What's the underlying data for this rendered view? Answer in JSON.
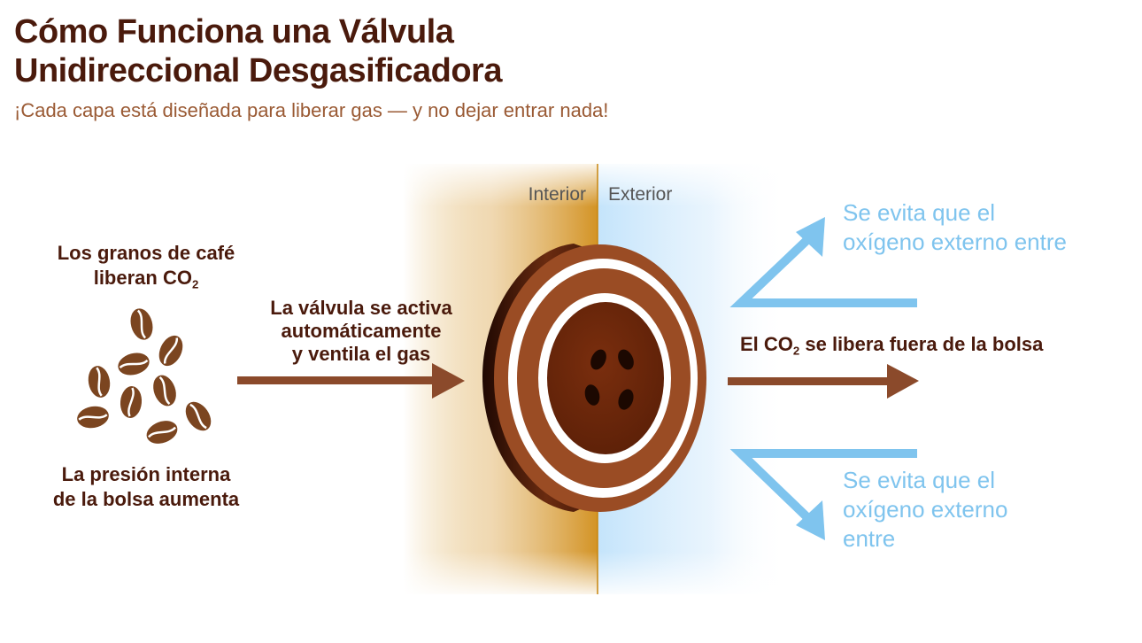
{
  "title_line1": "Cómo Funciona una Válvula",
  "title_line2": "Unidireccional Desgasificadora",
  "subtitle": "¡Cada capa está diseñada para liberar gas — y no dejar entrar nada!",
  "zones": {
    "interior": "Interior",
    "exterior": "Exterior"
  },
  "left": {
    "beans_line1": "Los granos de café",
    "beans_line2": "liberan CO",
    "beans_sub": "2",
    "pressure_line1": "La presión interna",
    "pressure_line2": "de la bolsa aumenta"
  },
  "middle": {
    "valve_line1": "La válvula se activa",
    "valve_line2": "automáticamente",
    "valve_line3": "y ventila el gas"
  },
  "right": {
    "co2_pre": "El CO",
    "co2_sub": "2",
    "co2_post": " se libera fuera de la bolsa",
    "oxygen_top_line1": "Se evita que el",
    "oxygen_top_line2": "oxígeno externo entre",
    "oxygen_bottom_line1": "Se evita que el",
    "oxygen_bottom_line2": "oxígeno externo",
    "oxygen_bottom_line3": "entre"
  },
  "colors": {
    "title": "#4a1a0c",
    "subtitle": "#9a5a34",
    "arrow_brown": "#8b4a2b",
    "arrow_blue": "#7fc4ee",
    "interior_band": "#d49a2a",
    "exterior_band": "#d6ecfb",
    "bean": "#7b4520"
  }
}
